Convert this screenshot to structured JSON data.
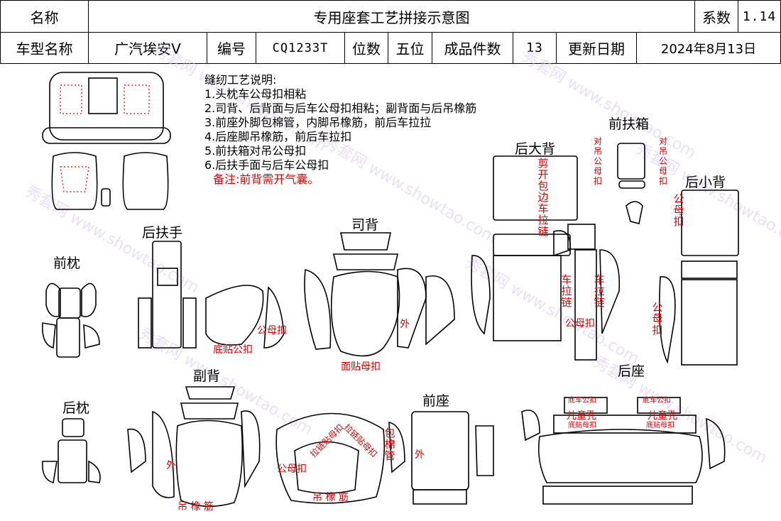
{
  "header": {
    "name_label": "名称",
    "title": "专用座套工艺拼接示意图",
    "coef_label": "系数",
    "coef_value": "1.14",
    "model_label": "车型名称",
    "model_value": "广汽埃安V",
    "code_label": "编号",
    "code_value": "CQ1233T",
    "seats_label": "位数",
    "seats_value": "五位",
    "pieces_label": "成品件数",
    "pieces_value": "13",
    "date_label": "更新日期",
    "date_value": "2024年8月13日"
  },
  "notes": {
    "heading": "缝纫工艺说明:",
    "items": [
      "1.头枕车公母扣相粘",
      "2.司背、后背面与后车公母扣相粘；副背面与后吊橡筋",
      "3.前座外脚包棉管，内脚吊橡筋，前后车拉拉",
      "4.后座脚吊橡筋，前后车拉扣",
      "5.前扶箱对吊公母扣",
      "6.后扶手面与后车公母扣"
    ],
    "remark": "备注:前背需开气囊。"
  },
  "sections": {
    "front_headrest": "前枕",
    "rear_armrest": "后扶手",
    "driver_back": "司背",
    "rear_big_back": "后大背",
    "front_armbox": "前扶箱",
    "rear_small_back": "后小背",
    "rear_headrest": "后枕",
    "passenger_back": "副背",
    "front_seat": "前座",
    "rear_seat": "后座"
  },
  "annotations": {
    "snap": "公母扣",
    "bottom_snap": "底贴公扣",
    "bottom_female": "面贴母扣",
    "outer": "外",
    "zipper": "车拉链",
    "open_zip": "剪开包边车拉链",
    "hang_snap": "对吊公母扣",
    "elastic": "吊 橡 筋",
    "foam_tube": "包棉管",
    "child_hole": "儿童孔",
    "bottom_car_male": "底车公扣",
    "bottom_stick_female": "底贴母扣",
    "zip_stick_female": "拉链贴母扣"
  },
  "watermarks": [
    "秀套网 www.showtao.com"
  ]
}
